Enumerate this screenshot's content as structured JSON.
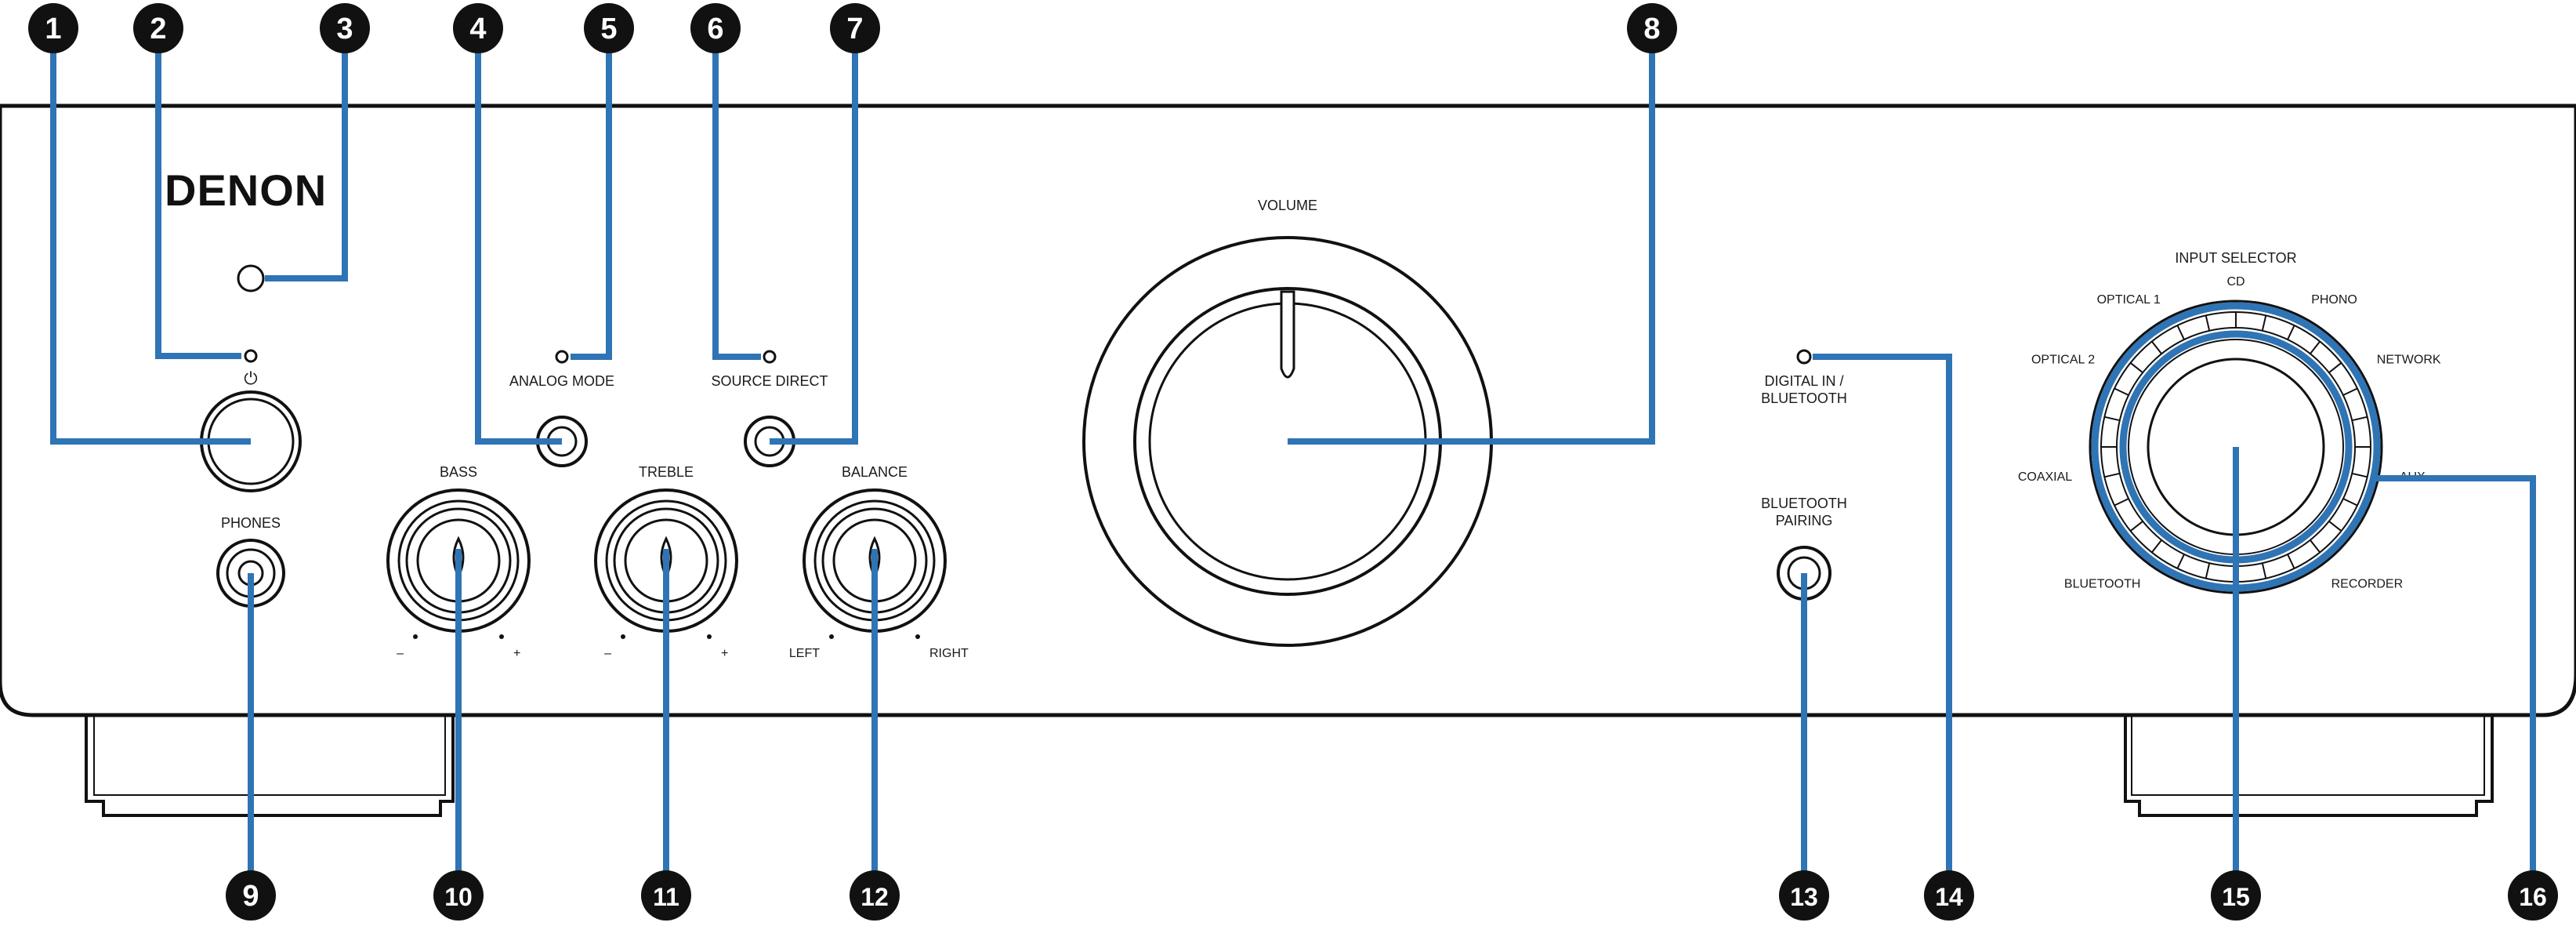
{
  "colors": {
    "outline": "#111111",
    "leader": "#2f74b5",
    "callout_fill": "#111111",
    "callout_text": "#ffffff",
    "ring_accent": "#2f74b5"
  },
  "brand": {
    "logo": "DENON"
  },
  "labels": {
    "power_symbol": "⏻",
    "phones": "PHONES",
    "analog_mode": "ANALOG MODE",
    "source_direct": "SOURCE DIRECT",
    "volume": "VOLUME",
    "bass": "BASS",
    "treble": "TREBLE",
    "balance": "BALANCE",
    "minus": "–",
    "plus": "+",
    "left": "LEFT",
    "right": "RIGHT",
    "digital_in_1": "DIGITAL IN /",
    "digital_in_2": "BLUETOOTH",
    "bt_pairing_1": "BLUETOOTH",
    "bt_pairing_2": "PAIRING",
    "input_selector": "INPUT SELECTOR"
  },
  "input_selector_positions": [
    "CD",
    "PHONO",
    "NETWORK",
    "AUX",
    "RECORDER",
    "BLUETOOTH",
    "COAXIAL",
    "OPTICAL 2",
    "OPTICAL 1"
  ],
  "callouts": [
    "1",
    "2",
    "3",
    "4",
    "5",
    "6",
    "7",
    "8",
    "9",
    "10",
    "11",
    "12",
    "13",
    "14",
    "15",
    "16"
  ]
}
